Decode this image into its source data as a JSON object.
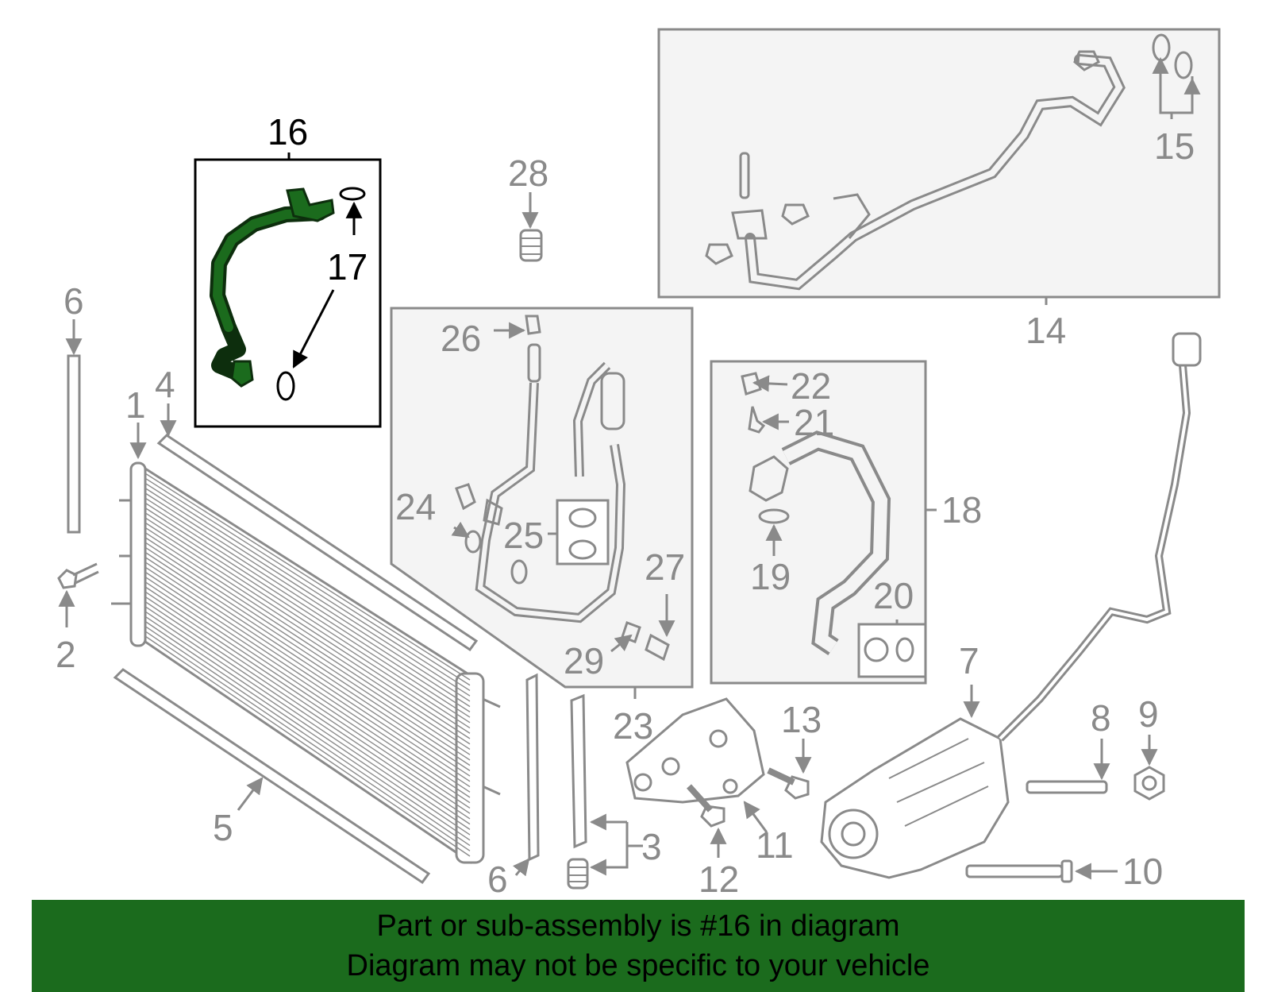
{
  "colors": {
    "highlight": "#1b6b1d",
    "highlight_dark": "#0d2e0d",
    "gray": "#8a8a8a",
    "box_fill": "#f4f4f4",
    "banner": "#1b6b1d"
  },
  "highlighted_part": "16",
  "callouts": {
    "c1": "1",
    "c2": "2",
    "c3": "3",
    "c4": "4",
    "c5": "5",
    "c6a": "6",
    "c6b": "6",
    "c7": "7",
    "c8": "8",
    "c9": "9",
    "c10": "10",
    "c11": "11",
    "c12": "12",
    "c13": "13",
    "c14": "14",
    "c15": "15",
    "c16": "16",
    "c17": "17",
    "c18": "18",
    "c19": "19",
    "c20": "20",
    "c21": "21",
    "c22": "22",
    "c23": "23",
    "c24": "24",
    "c25": "25",
    "c26": "26",
    "c27": "27",
    "c28": "28",
    "c29": "29"
  },
  "banner": {
    "line1": "Part or sub-assembly is #16 in diagram",
    "line2": "Diagram may not be specific to your vehicle"
  }
}
